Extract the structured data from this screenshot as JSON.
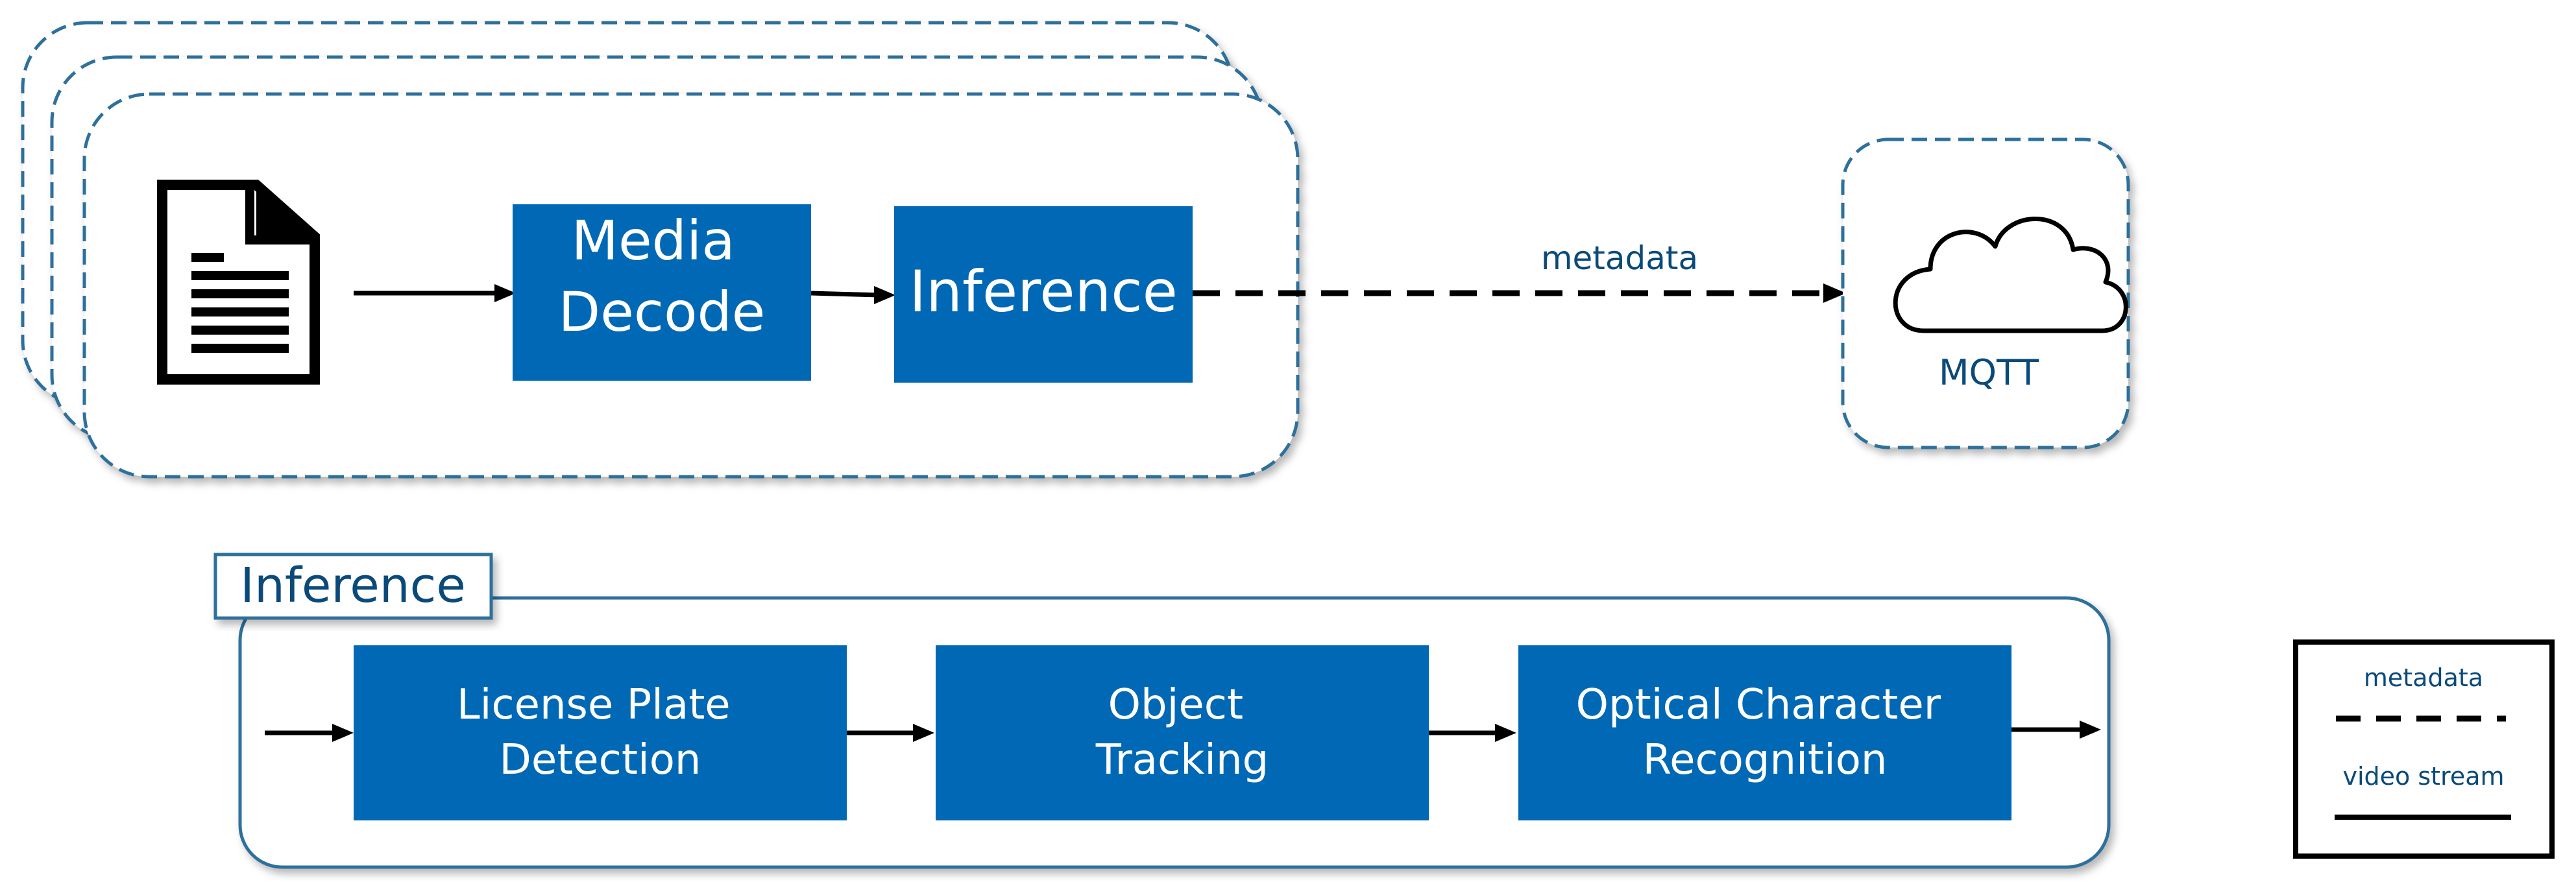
{
  "pipeline": {
    "media_decode": [
      "Media",
      "Decode"
    ],
    "inference": "Inference"
  },
  "connection": {
    "label": "metadata"
  },
  "mqtt": {
    "label": "MQTT",
    "icon": "cloud-icon"
  },
  "source": {
    "icon": "document-icon"
  },
  "inference_detail": {
    "tab_label": "Inference",
    "stages": [
      {
        "lines": [
          "License Plate",
          "Detection"
        ]
      },
      {
        "lines": [
          "Object",
          "Tracking"
        ]
      },
      {
        "lines": [
          "Optical Character",
          "Recognition"
        ]
      }
    ]
  },
  "legend": {
    "metadata": "metadata",
    "video_stream": "video stream"
  },
  "colors": {
    "block_fill": "#0068b5",
    "block_text": "#ffffff",
    "border_blue": "#2e6f9c",
    "label_blue": "#0a4a7a",
    "arrow": "#000000"
  }
}
